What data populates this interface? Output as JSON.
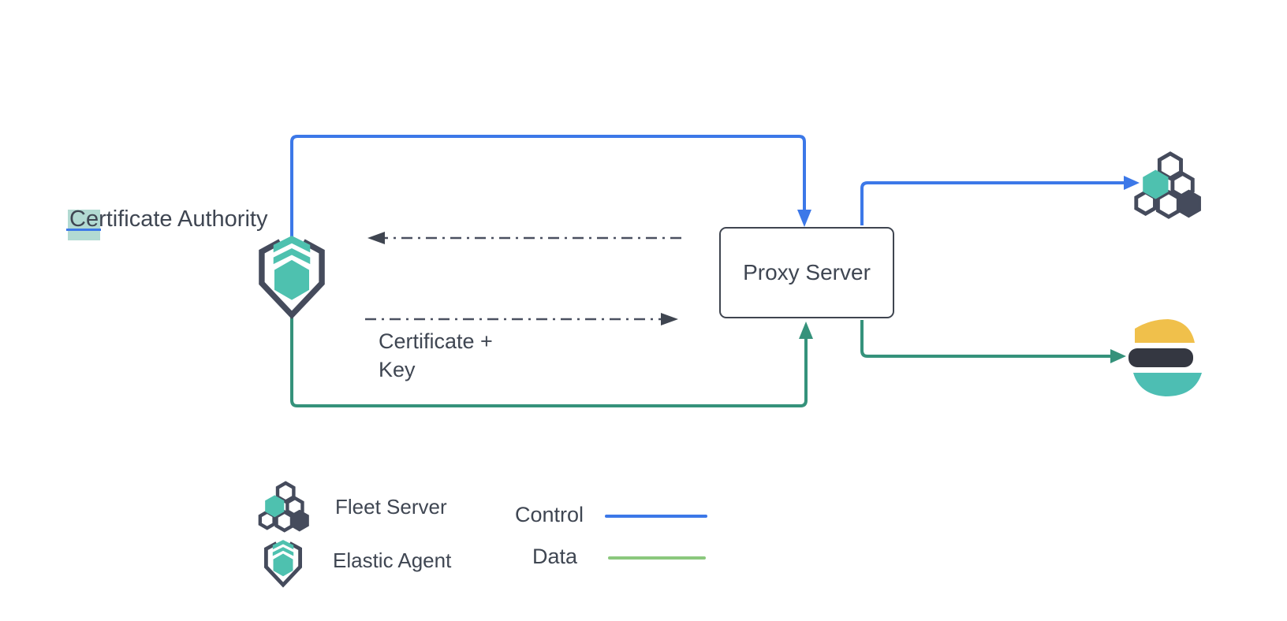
{
  "diagram": {
    "certificate_authority_label": "Certificate Authority",
    "proxy_server_label": "Proxy Server",
    "certificate_key_line1": "Certificate +",
    "certificate_key_line2": "Key"
  },
  "legend": {
    "fleet_server_label": "Fleet Server",
    "elastic_agent_label": "Elastic Agent",
    "control_label": "Control",
    "data_label": "Data"
  },
  "icons": {
    "elastic_agent": "elastic-agent-icon",
    "fleet_server": "fleet-server-icon",
    "elasticsearch": "elasticsearch-logo-icon"
  },
  "colors": {
    "control_line": "#3C78E8",
    "data_diagram_line": "#35927B",
    "data_legend_line": "#8BC87D",
    "dashed_line": "#4A5060",
    "dark_slate": "#454B5C",
    "teal": "#4EC1AF",
    "elastic_yellow": "#F0C04B",
    "elastic_dark": "#343741",
    "elastic_teal": "#4DBEB3",
    "selection_highlight": "#B2DAD2",
    "text": "#3F4652"
  }
}
